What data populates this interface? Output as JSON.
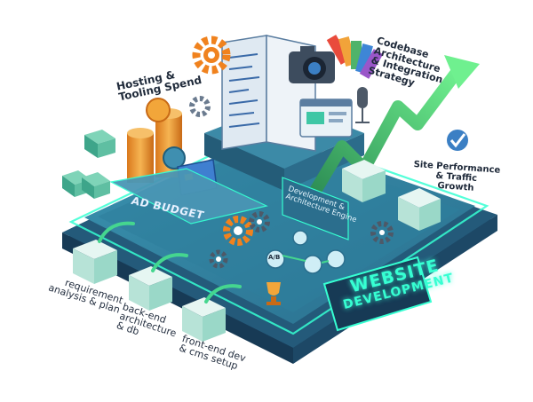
{
  "labels": {
    "hosting": [
      "Hosting &",
      "Tooling Spend"
    ],
    "codebase": [
      "Codebase",
      "Architecture",
      "& Integration",
      "Strategy"
    ],
    "site_performance": [
      "Site Performance",
      "& Traffic",
      "Growth"
    ],
    "requirement": [
      "requirement",
      "analysis & plan"
    ],
    "backend": [
      "back-end",
      "architecture",
      "& db"
    ],
    "frontend": [
      "front-end dev",
      "& cms setup"
    ],
    "ad_budget": "AD BUDGET",
    "dev_engine": [
      "Development &",
      "Architecture Engine"
    ],
    "website": [
      "WEBSITE",
      "DEVELOPMENT"
    ],
    "ab_test": "A/B"
  },
  "colors": {
    "platform_top": "#2e7c9a",
    "platform_side": "#1d4f6e",
    "glow": "#36ffd2",
    "arrow": "#3fbf6a",
    "gear": "#f0821e",
    "coin": "#f2a63a"
  },
  "icons": [
    "gear-icon",
    "coin-stack-icon",
    "credit-card-icon",
    "camera-icon",
    "microphone-icon",
    "checkmark-icon",
    "trophy-icon",
    "code-cube-icon",
    "growth-arrow-icon",
    "book-icon",
    "color-swatch-icon"
  ]
}
